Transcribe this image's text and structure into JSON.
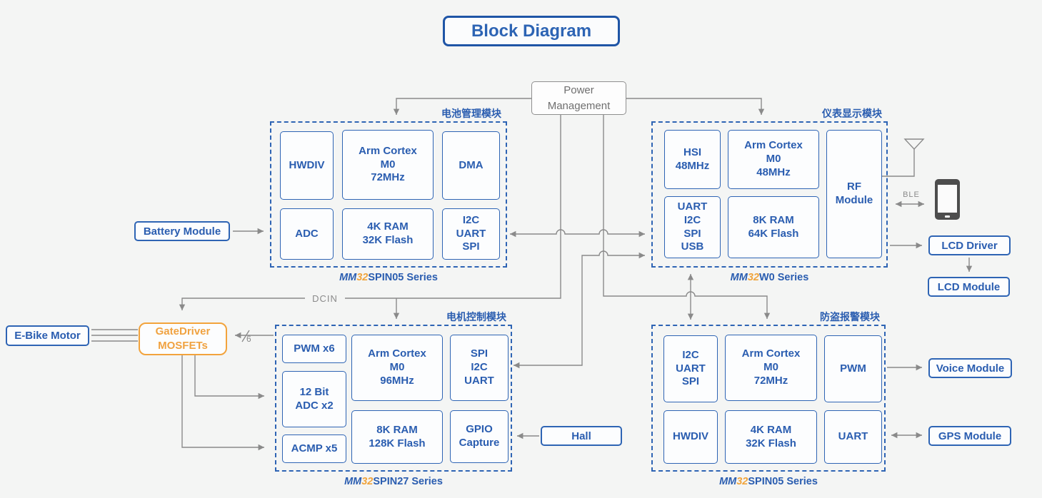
{
  "title": "Block Diagram",
  "power_management": "Power\nManagement",
  "annotations": {
    "dcin": "DCIN",
    "ble": "BLE",
    "wire_count": "6"
  },
  "modules": {
    "battery": {
      "title": "电池管理模块",
      "series": {
        "mm": "MM",
        "num": "32",
        "rest": "SPIN05 Series"
      },
      "chips": [
        "HWDIV",
        "Arm Cortex\nM0\n72MHz",
        "DMA",
        "ADC",
        "4K RAM\n32K Flash",
        "I2C\nUART\nSPI"
      ]
    },
    "instrument": {
      "title": "仪表显示模块",
      "series": {
        "mm": "MM",
        "num": "32",
        "rest": "W0 Series"
      },
      "chips": [
        "HSI\n48MHz",
        "Arm Cortex\nM0\n48MHz",
        "RF\nModule",
        "UART\nI2C\nSPI\nUSB",
        "8K RAM\n64K Flash"
      ]
    },
    "motor": {
      "title": "电机控制模块",
      "series": {
        "mm": "MM",
        "num": "32",
        "rest": "SPIN27 Series"
      },
      "chips": [
        "PWM x6",
        "12 Bit\nADC x2",
        "ACMP x5",
        "Arm Cortex\nM0\n96MHz",
        "8K RAM\n128K Flash",
        "SPI\nI2C\nUART",
        "GPIO\nCapture"
      ]
    },
    "alarm": {
      "title": "防盗报警模块",
      "series": {
        "mm": "MM",
        "num": "32",
        "rest": "SPIN05 Series"
      },
      "chips": [
        "I2C\nUART\nSPI",
        "Arm Cortex\nM0\n72MHz",
        "PWM",
        "HWDIV",
        "4K RAM\n32K Flash",
        "UART"
      ]
    }
  },
  "side_boxes": {
    "battery_module": "Battery Module",
    "ebike_motor": "E-Bike Motor",
    "gatedriver": "GateDriver\nMOSFETs",
    "hall": "Hall",
    "lcd_driver": "LCD Driver",
    "lcd_module": "LCD Module",
    "voice_module": "Voice Module",
    "gps_module": "GPS Module"
  },
  "colors": {
    "blue": "#2a5fb0",
    "orange": "#f0a43c",
    "line_gray": "#8a8a8a",
    "background": "#f4f5f4"
  }
}
